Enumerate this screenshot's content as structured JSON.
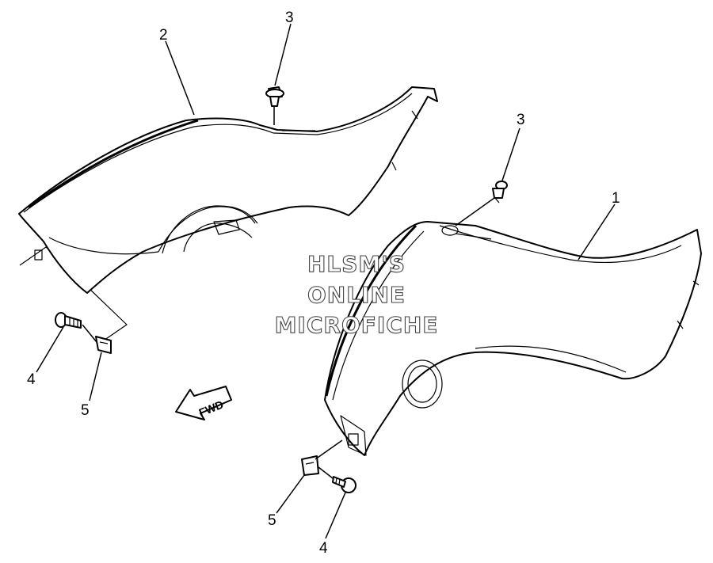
{
  "callouts": {
    "part_1": "1",
    "part_2": "2",
    "part_3_top": "3",
    "part_3_right": "3",
    "part_4_left": "4",
    "part_4_bottom": "4",
    "part_5_left": "5",
    "part_5_bottom": "5"
  },
  "watermark": {
    "line1": "HLSM'S",
    "line2": "ONLINE",
    "line3": "MICROFICHE"
  },
  "direction_label": "FWD"
}
